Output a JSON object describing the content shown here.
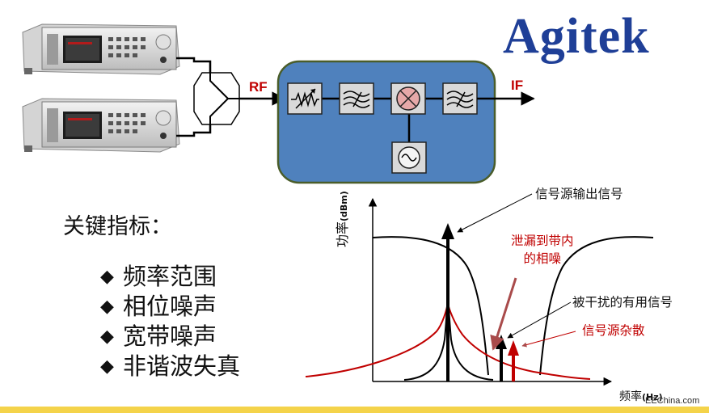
{
  "brand": {
    "logo_text": "Agitek",
    "watermark": "EEChina.com"
  },
  "block_diagram": {
    "input_label": "RF",
    "output_label": "IF",
    "sources": [
      "signal-generator",
      "signal-generator"
    ],
    "components": [
      "combiner",
      "attenuator-icon",
      "filter-icon",
      "mixer-icon",
      "filter-icon",
      "oscillator-icon"
    ],
    "box_fill": "#4f81bd",
    "box_border": "#4a5d2a"
  },
  "key_indicators": {
    "title": "关键指标：",
    "items": [
      {
        "marker": "◆",
        "label": "频率范围"
      },
      {
        "marker": "◆",
        "label": "相位噪声"
      },
      {
        "marker": "◆",
        "label": "宽带噪声"
      },
      {
        "marker": "◆",
        "label": "非谐波失真"
      }
    ]
  },
  "spectrum": {
    "y_axis_label": "功率",
    "y_axis_unit": "(dBm)",
    "x_axis_label": "频率",
    "x_axis_unit": "(Hz)",
    "annotations": {
      "source_output": "信号源输出信号",
      "leak_line1": "泄漏到带内",
      "leak_line2": "的相噪",
      "interfered": "被干扰的有用信号",
      "spur": "信号源杂散"
    },
    "colors": {
      "annotation_red": "#c00000",
      "noise_curve": "#c00000",
      "curves": "#000000"
    }
  }
}
